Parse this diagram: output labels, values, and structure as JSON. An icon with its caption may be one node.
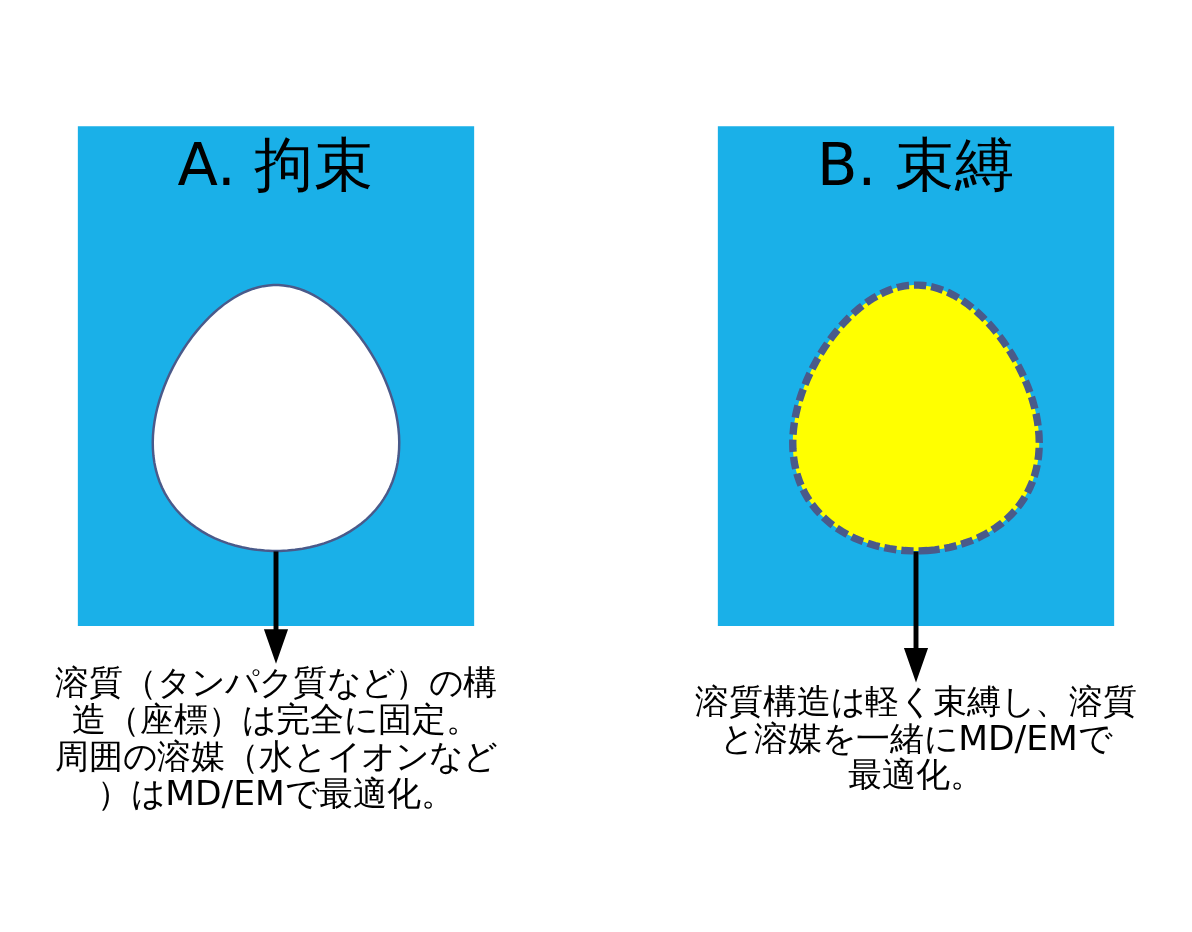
{
  "diagram": {
    "nodes": [
      {
        "text": [
          "A. 拘束"
        ]
      },
      {
        "text": [],
        "shape": "blob",
        "in": 0
      },
      {
        "text": [
          "溶質（タンパク質など）の構造（座標）は完全に固定。",
          "周囲の溶媒（水とイオンなど）はMD/EMで最適化。"
        ]
      },
      {
        "text": [
          "B. 束縛"
        ]
      },
      {
        "text": [],
        "shape": "blob",
        "in": 3
      },
      {
        "text": [
          "溶質構造は軽く束縛し、溶質と溶媒を一緒にMD/EMで最適化。"
        ]
      }
    ],
    "edges": [
      {
        "from": 1,
        "to": 2,
        "arrow": "to"
      },
      {
        "from": 4,
        "to": 5,
        "arrow": "to"
      }
    ]
  }
}
